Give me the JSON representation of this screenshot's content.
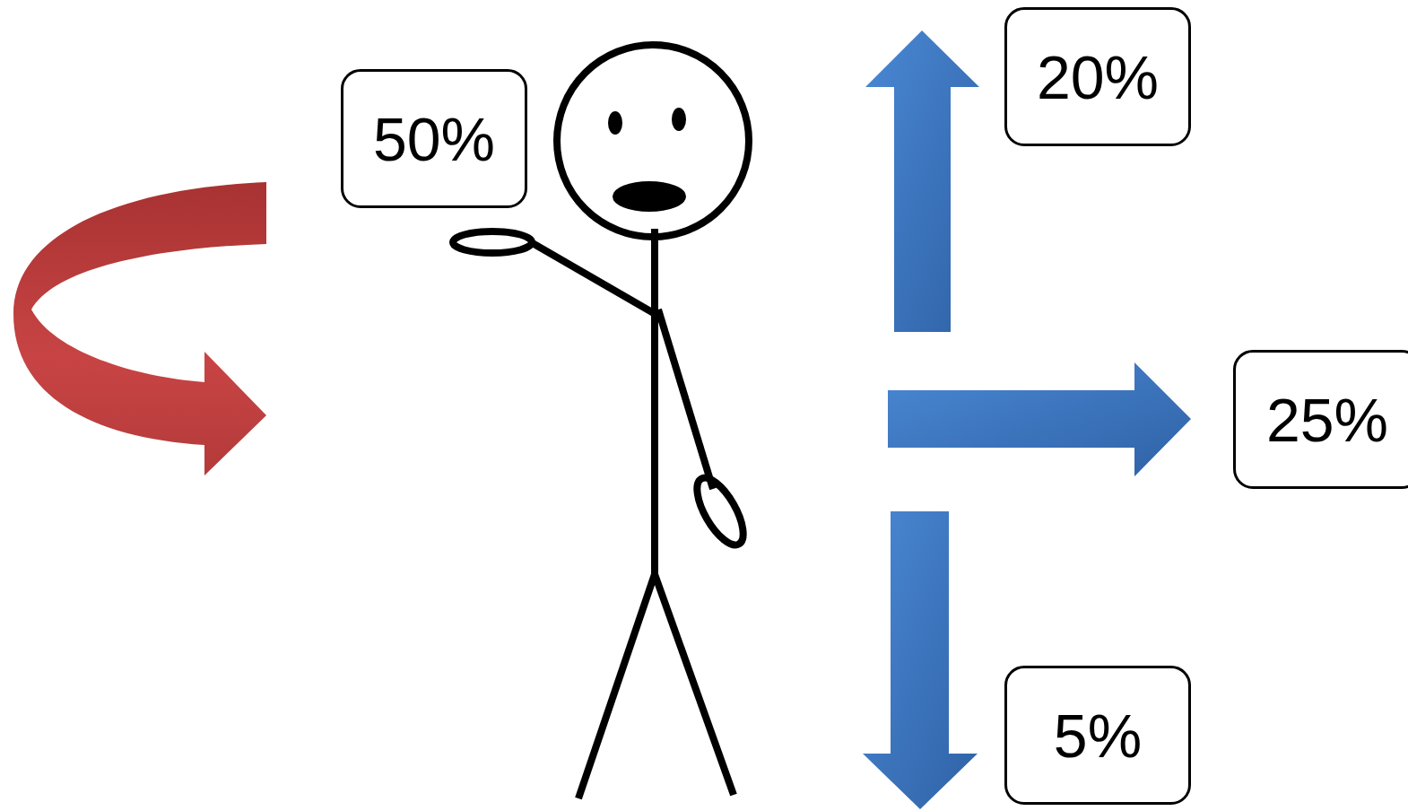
{
  "diagram": {
    "nodes": [
      {
        "text": [
          "50%"
        ]
      },
      {
        "text": [
          "20%"
        ]
      },
      {
        "text": [
          "25%"
        ]
      },
      {
        "text": [
          "5%"
        ]
      }
    ]
  }
}
